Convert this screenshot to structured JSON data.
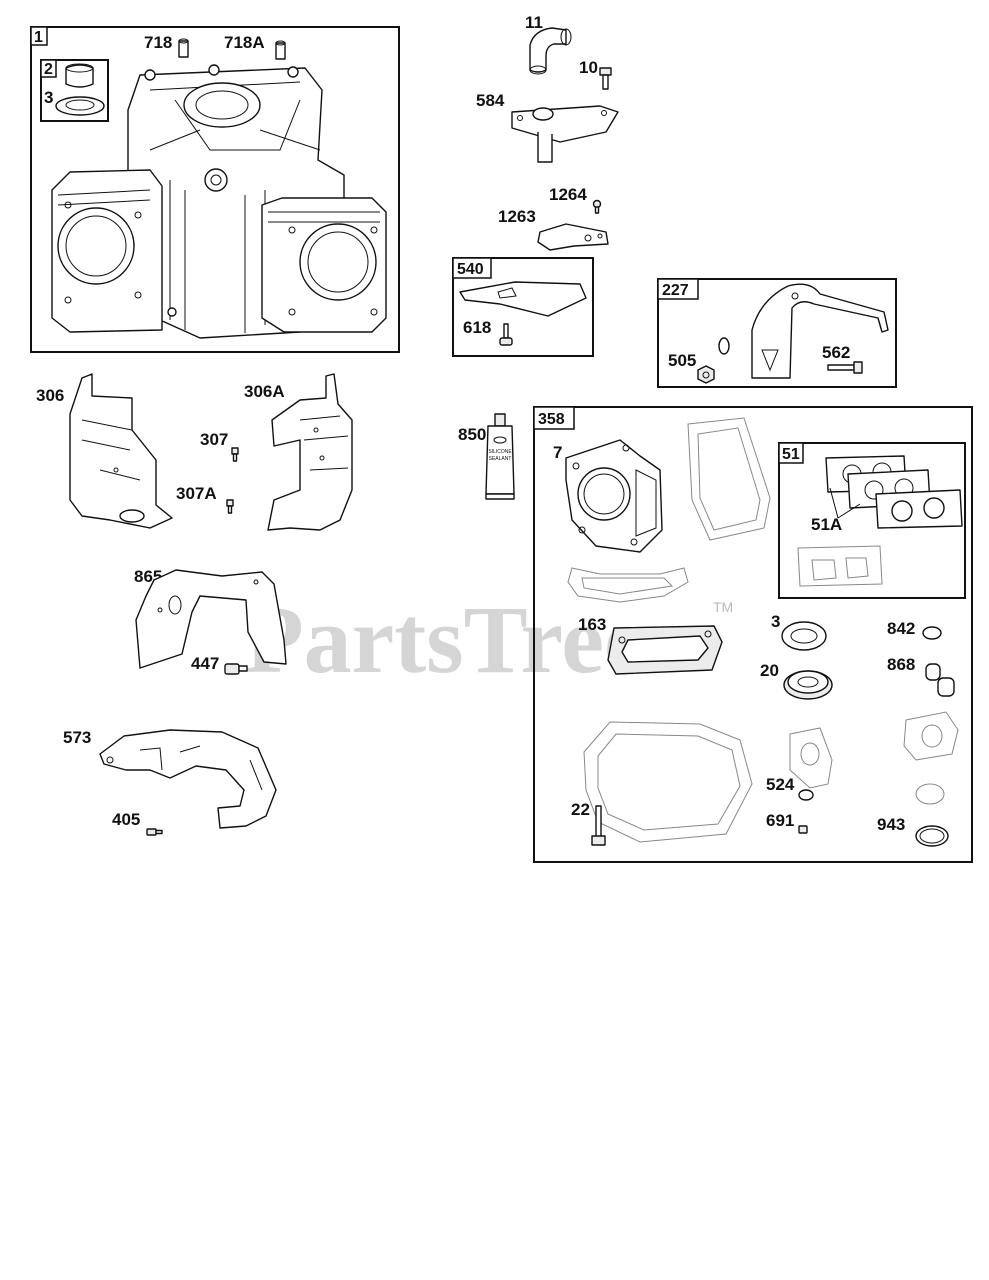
{
  "watermark": {
    "brand": "PartsTree",
    "tm": "TM"
  },
  "tube_label": {
    "line1": "SILICONE",
    "line2": "SEALANT"
  },
  "groups": [
    {
      "id": "1",
      "items": [
        "2",
        "3",
        "718",
        "718A"
      ]
    },
    {
      "id": "540",
      "items": [
        "618"
      ]
    },
    {
      "id": "227",
      "items": [
        "505",
        "562"
      ]
    },
    {
      "id": "358",
      "items": [
        "7",
        "51",
        "163",
        "3",
        "20",
        "22",
        "524",
        "691",
        "842",
        "868",
        "943"
      ]
    },
    {
      "id": "51",
      "items": [
        "51A"
      ]
    }
  ],
  "labels": {
    "box1": "1",
    "box2": "2",
    "p3a": "3",
    "p718": "718",
    "p718a": "718A",
    "p11": "11",
    "p10": "10",
    "p584": "584",
    "p1264": "1264",
    "p1263": "1263",
    "box540": "540",
    "p618": "618",
    "box227": "227",
    "p505": "505",
    "p562": "562",
    "p306": "306",
    "p306a": "306A",
    "p307": "307",
    "p307a": "307A",
    "p850": "850",
    "box358": "358",
    "p7": "7",
    "box51": "51",
    "p51a": "51A",
    "p865": "865",
    "p447": "447",
    "p573": "573",
    "p405": "405",
    "p163": "163",
    "p3b": "3",
    "p842": "842",
    "p20": "20",
    "p868": "868",
    "p524": "524",
    "p22": "22",
    "p691": "691",
    "p943": "943"
  }
}
